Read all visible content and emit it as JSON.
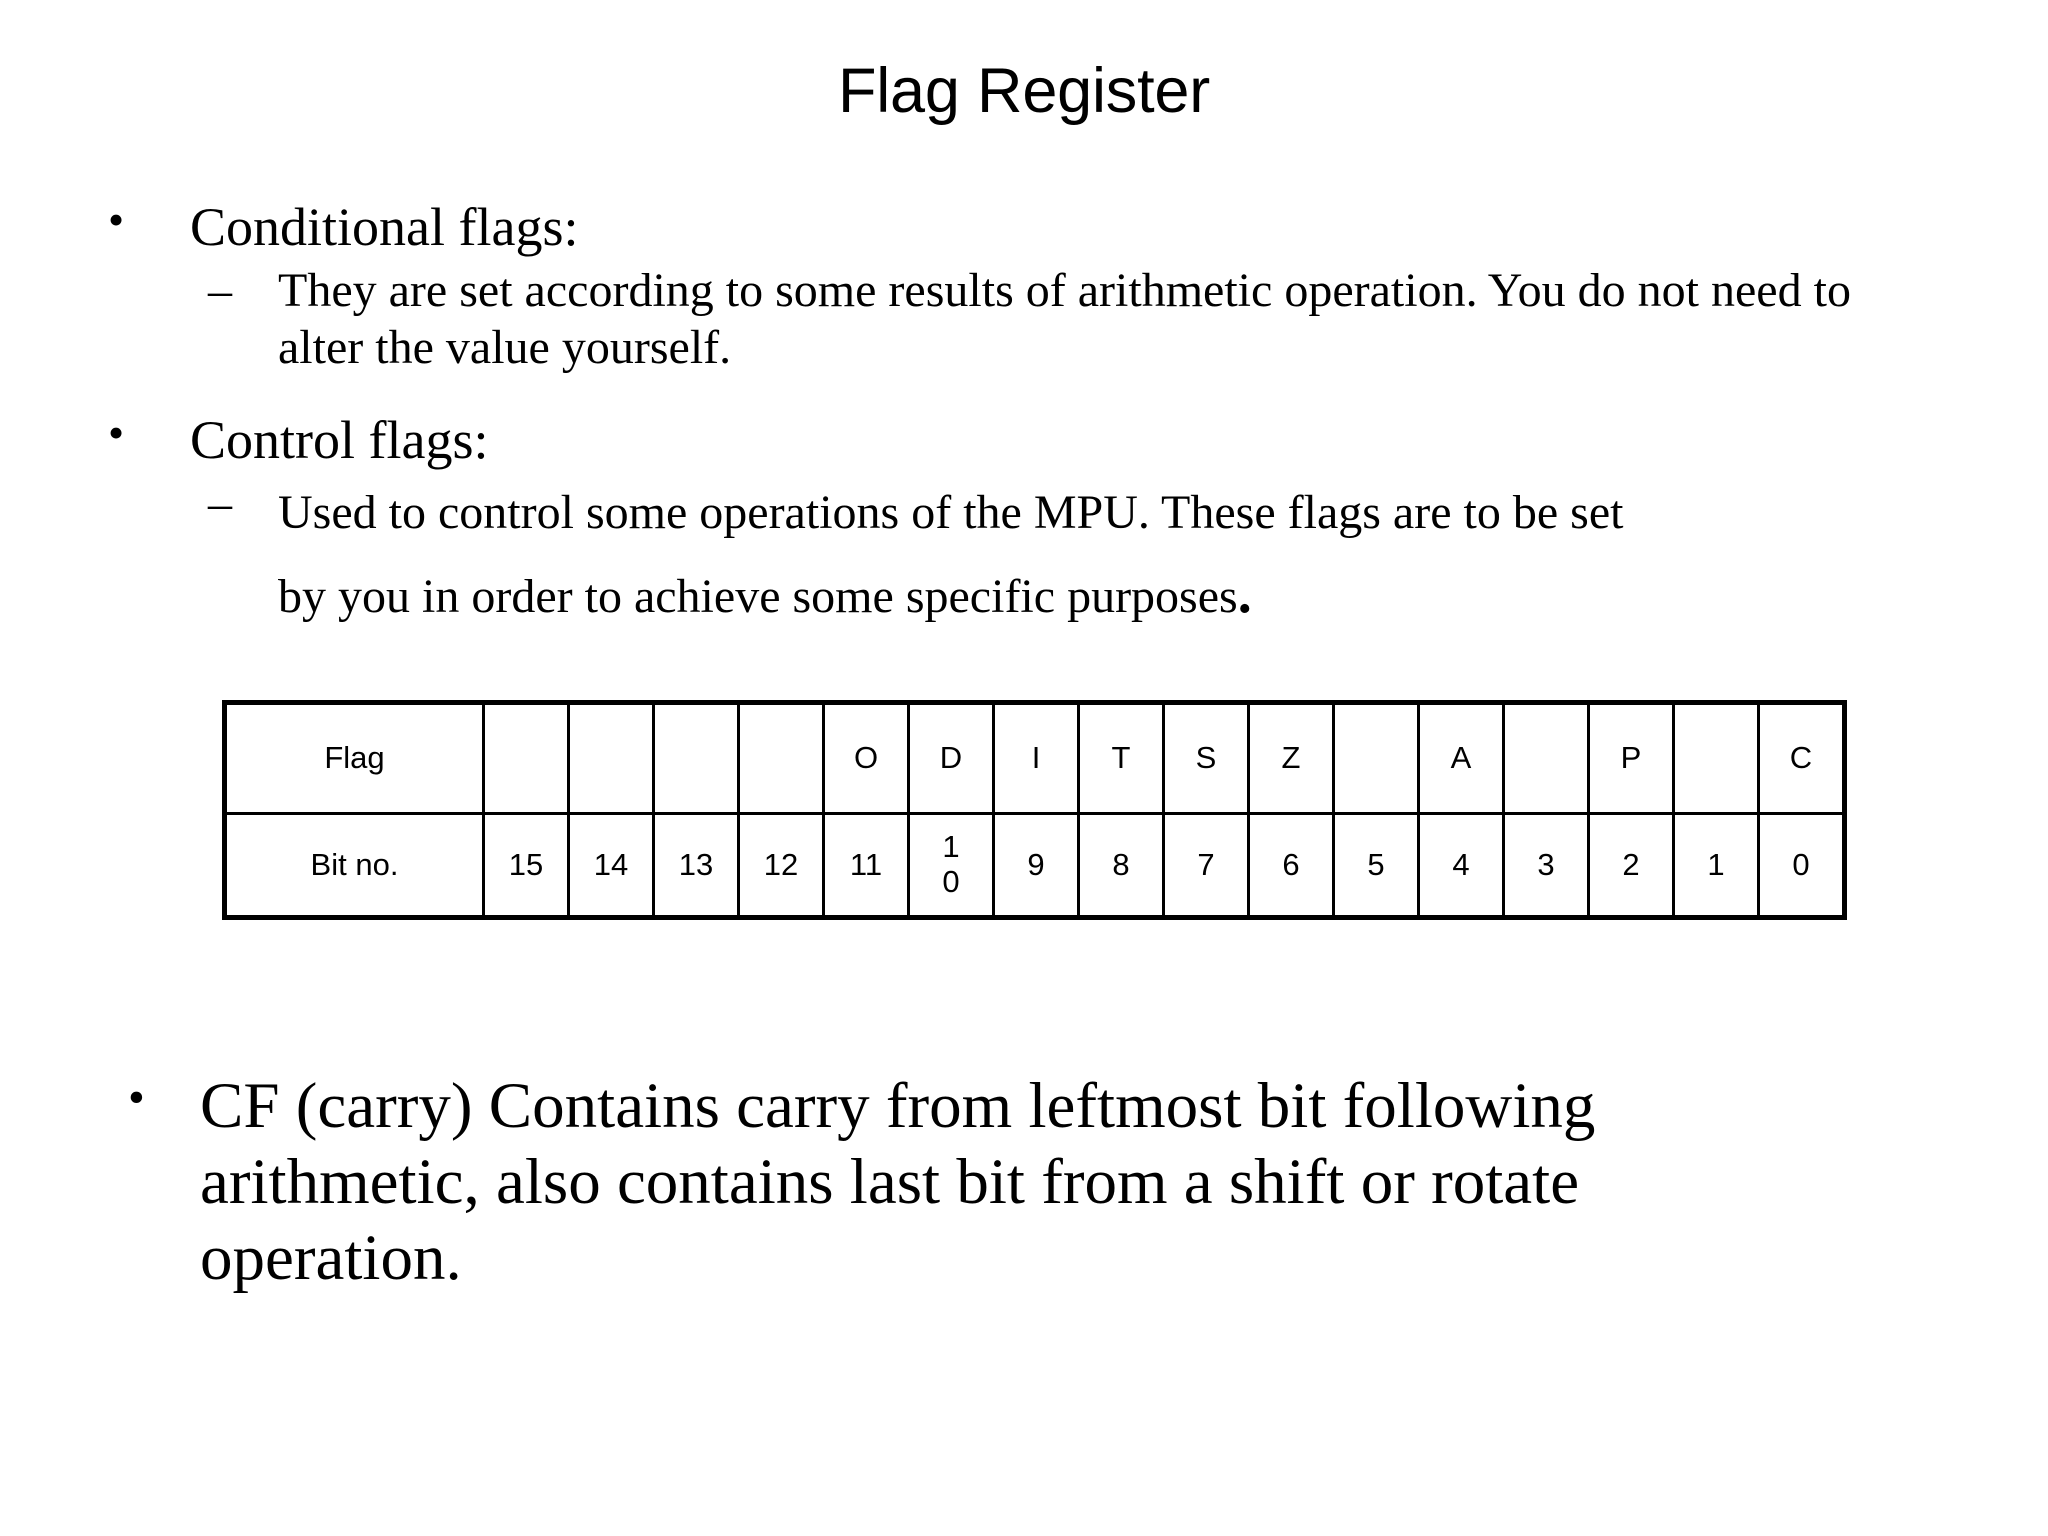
{
  "slide": {
    "title": "Flag Register",
    "bullet_marker": "•",
    "dash_marker": "–"
  },
  "body": {
    "conditional_heading": "Conditional flags:",
    "conditional_desc": "They are set according to some results of arithmetic operation. You do not need to alter the value yourself.",
    "control_heading": "Control flags:",
    "control_desc_line1": "Used to control some operations of the MPU. These flags are to be set",
    "control_desc_line2": "by you in order to achieve some specific purposes",
    "control_desc_endmark": "."
  },
  "flag_table": {
    "row_labels": {
      "flag": "Flag",
      "bit_no": "Bit no."
    },
    "flag_cells": [
      "",
      "",
      "",
      "",
      "O",
      "D",
      "I",
      "T",
      "S",
      "Z",
      "",
      "A",
      "",
      "P",
      "",
      "C"
    ],
    "bit_cells": [
      "15",
      "14",
      "13",
      "12",
      "11",
      "10",
      "9",
      "8",
      "7",
      "6",
      "5",
      "4",
      "3",
      "2",
      "1",
      "0"
    ],
    "bit_10_top": "1",
    "bit_10_bottom": "0"
  },
  "bottom": {
    "cf_text": "CF (carry) Contains carry from leftmost bit following arithmetic, also contains last bit from a shift or rotate operation."
  },
  "colors": {
    "background": "#ffffff",
    "text": "#000000",
    "table_border": "#000000"
  }
}
